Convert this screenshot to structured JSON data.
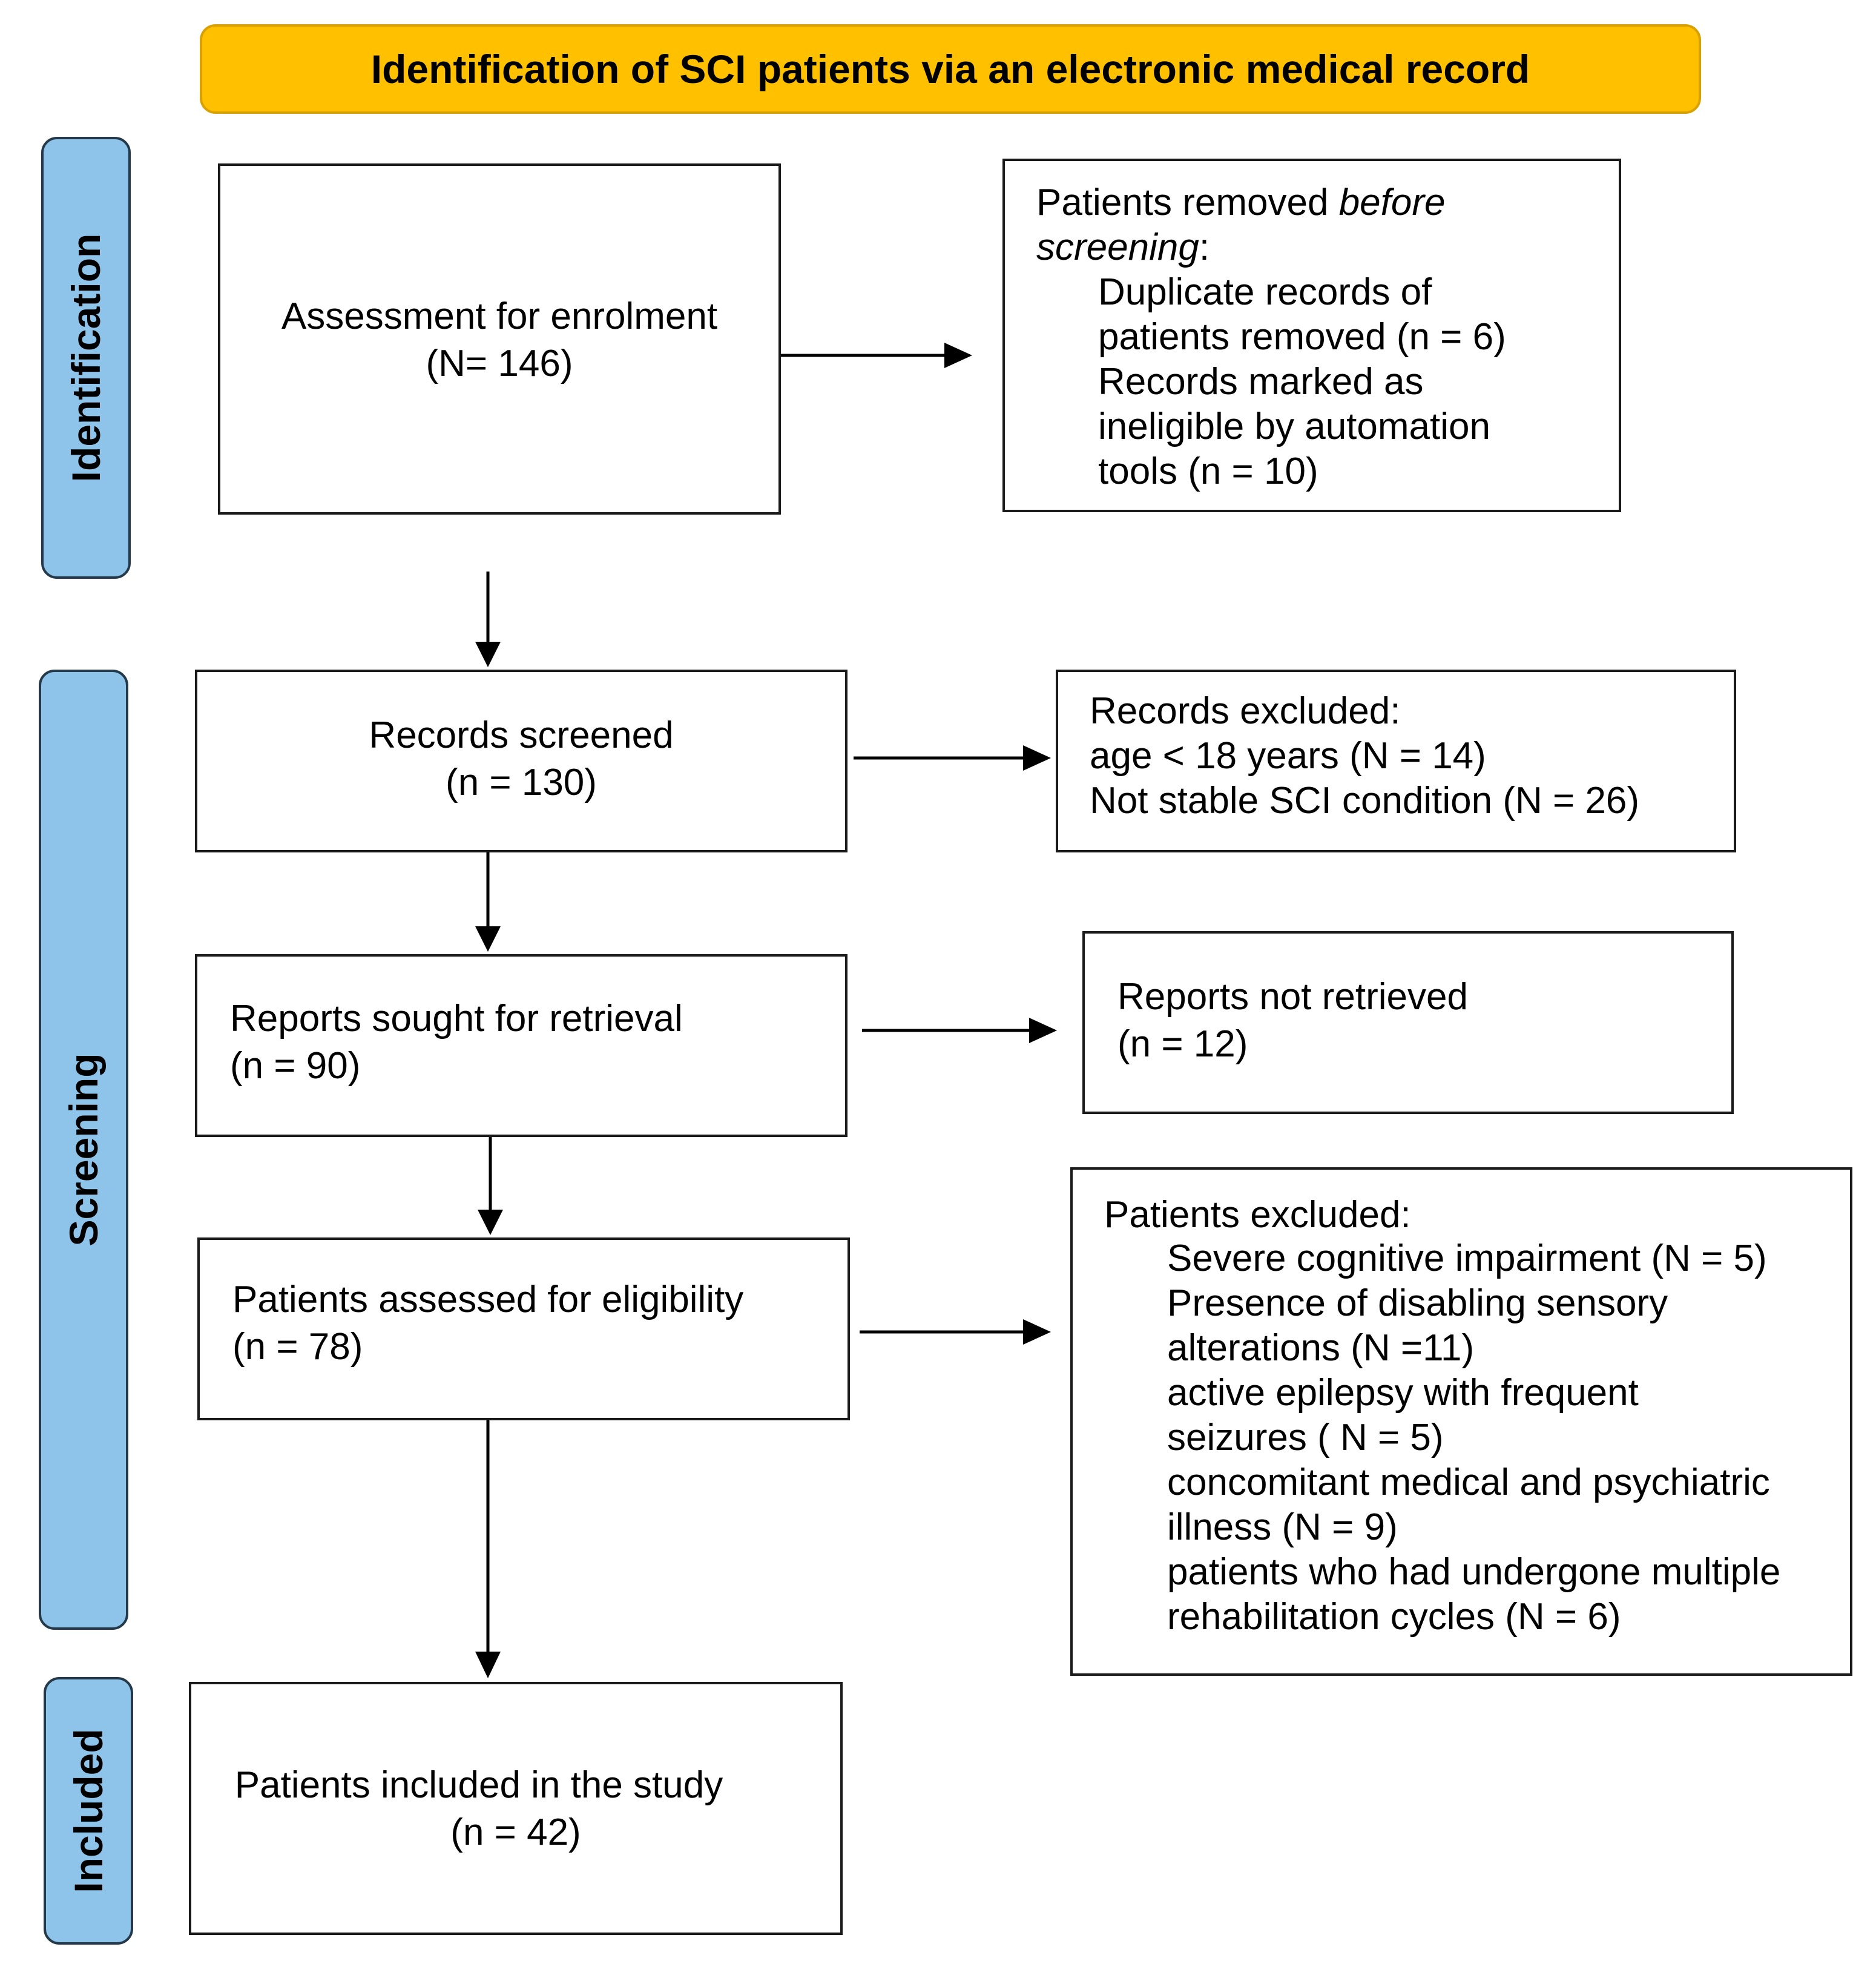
{
  "header": {
    "title": "Identification of SCI patients via an electronic medical record",
    "color": "#ffc000"
  },
  "phases": {
    "identification": "Identification",
    "screening": "Screening",
    "included": "Included",
    "color": "#8fc4ea"
  },
  "boxes": {
    "assessment": {
      "line1": "Assessment for enrolment",
      "line2": "(N= 146)"
    },
    "removed": {
      "heading_prefix": "Patients removed ",
      "heading_emphasis": "before",
      "heading_emphasis2": "screening",
      "heading_suffix": ":",
      "lines": [
        "Duplicate records of",
        "patients removed  (n = 6)",
        "Records marked as",
        "ineligible by automation",
        "tools (n = 10)"
      ]
    },
    "screened": {
      "line1": "Records screened",
      "line2": "(n = 130)"
    },
    "excluded_records": {
      "lines": [
        "Records excluded:",
        "age < 18 years (N = 14)",
        "Not stable SCI condition (N = 26)"
      ]
    },
    "sought": {
      "line1": "Reports sought for retrieval",
      "line2": "(n = 90)"
    },
    "not_retrieved": {
      "line1": "Reports not retrieved",
      "line2": "(n = 12)"
    },
    "eligibility": {
      "line1": "Patients assessed for eligibility",
      "line2": "(n = 78)"
    },
    "excluded_patients": {
      "heading": "Patients excluded:",
      "lines": [
        "Severe cognitive impairment (N = 5)",
        "Presence of disabling sensory",
        "alterations (N =11)",
        "active epilepsy with frequent",
        "seizures ( N = 5)",
        "concomitant medical and psychiatric",
        "illness (N = 9)",
        "patients who had undergone multiple",
        "rehabilitation cycles (N = 6)"
      ]
    },
    "included": {
      "line1": "Patients included in the study",
      "line2": "(n = 42)"
    }
  }
}
